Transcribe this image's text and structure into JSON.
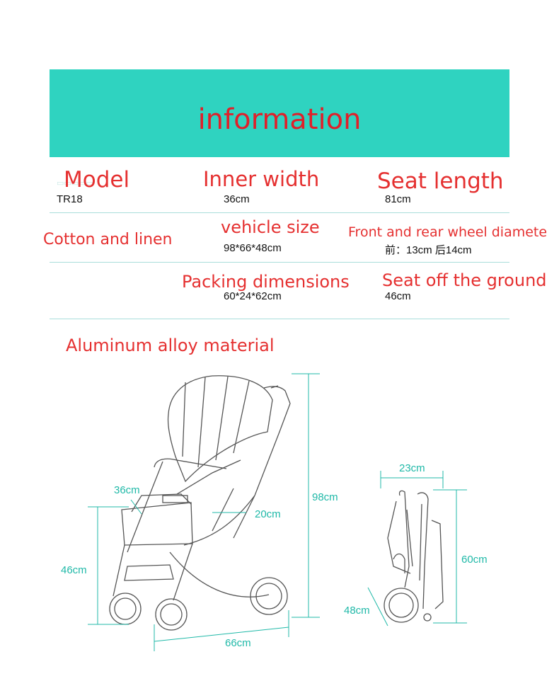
{
  "header": {
    "title": "information"
  },
  "specs": {
    "model": {
      "label": "Model",
      "value": "TR18"
    },
    "inner_width": {
      "label": "Inner width",
      "value": "36cm"
    },
    "seat_length": {
      "label": "Seat length",
      "value": "81cm"
    },
    "material": {
      "label": "Cotton and linen",
      "value": ""
    },
    "vehicle_size": {
      "label": "vehicle size",
      "value": "98*66*48cm"
    },
    "wheel_diameter": {
      "label": "Front and rear wheel diamete",
      "value": "前：13cm 后14cm"
    },
    "packing_dimensions": {
      "label": "Packing dimensions",
      "value": "60*24*62cm"
    },
    "seat_height": {
      "label": "Seat off the ground",
      "value": "46cm"
    }
  },
  "frame_material": "Aluminum alloy material",
  "dimensions": {
    "unfolded": {
      "height": "98cm",
      "length": "66cm",
      "seat_height": "46cm",
      "seat_width": "36cm",
      "seat_depth": "20cm"
    },
    "folded": {
      "width": "23cm",
      "height": "60cm",
      "depth": "48cm"
    }
  },
  "colors": {
    "banner": "#2fd3c0",
    "label_red": "#e53030",
    "dimension_teal": "#20b9a8"
  }
}
